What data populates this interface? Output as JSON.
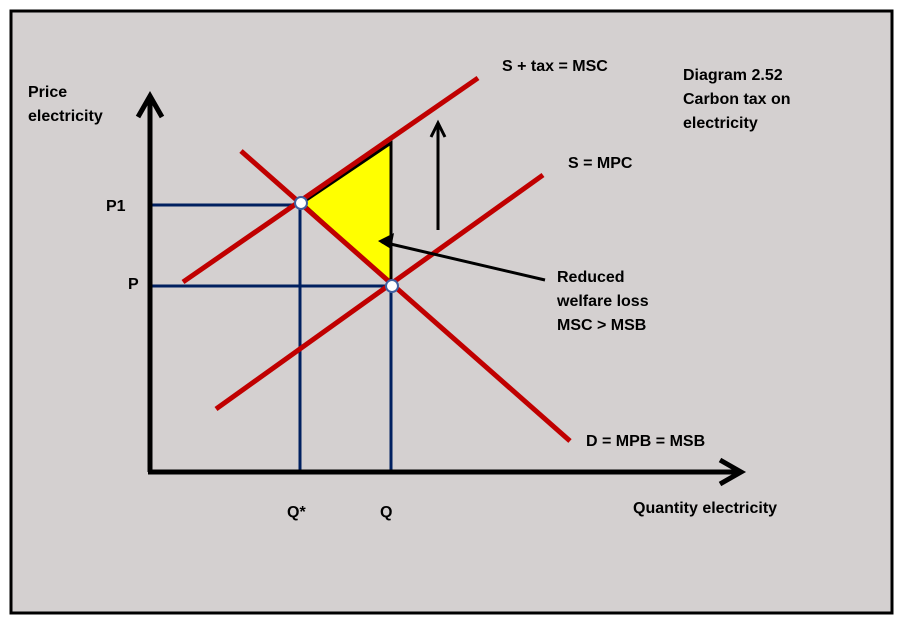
{
  "title": {
    "line1": "Diagram 2.52",
    "line2": "Carbon tax on",
    "line3": "electricity"
  },
  "y_axis_label": {
    "line1": "Price",
    "line2": "electricity"
  },
  "x_axis_label": "Quantity electricity",
  "price_ticks": {
    "p1": "P1",
    "p": "P"
  },
  "quantity_ticks": {
    "q_star": "Q*",
    "q": "Q"
  },
  "curves": {
    "msc": "S + tax = MSC",
    "mpc": "S = MPC",
    "demand": "D = MPB = MSB"
  },
  "annotation": {
    "line1": "Reduced",
    "line2": "welfare loss",
    "line3": "MSC > MSB"
  },
  "colors": {
    "curve": "#c00000",
    "guide": "#002060",
    "shade": "#ffff00",
    "background": "#d4d0d0"
  }
}
